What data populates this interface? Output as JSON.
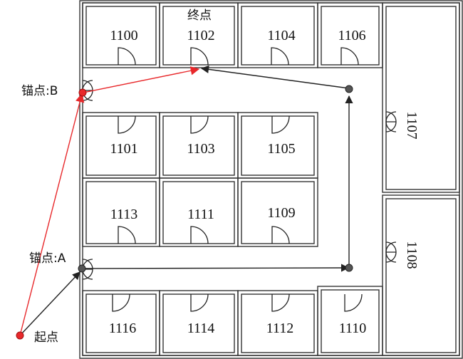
{
  "rooms": [
    {
      "id": "1100",
      "label": "1100"
    },
    {
      "id": "1102",
      "label": "1102"
    },
    {
      "id": "1104",
      "label": "1104"
    },
    {
      "id": "1106",
      "label": "1106"
    },
    {
      "id": "1107",
      "label": "1107"
    },
    {
      "id": "1101",
      "label": "1101"
    },
    {
      "id": "1103",
      "label": "1103"
    },
    {
      "id": "1105",
      "label": "1105"
    },
    {
      "id": "1113",
      "label": "1113"
    },
    {
      "id": "1111",
      "label": "1111"
    },
    {
      "id": "1109",
      "label": "1109"
    },
    {
      "id": "1108",
      "label": "1108"
    },
    {
      "id": "1116",
      "label": "1116"
    },
    {
      "id": "1114",
      "label": "1114"
    },
    {
      "id": "1112",
      "label": "1112"
    },
    {
      "id": "1110",
      "label": "1110"
    }
  ],
  "annotations": {
    "end_point": "终点",
    "anchor_b": "锚点:B",
    "anchor_a": "锚点:A",
    "start_point": "起点"
  },
  "colors": {
    "red_path": "#e8282b",
    "black_path": "#222222",
    "walls": "#333333"
  }
}
